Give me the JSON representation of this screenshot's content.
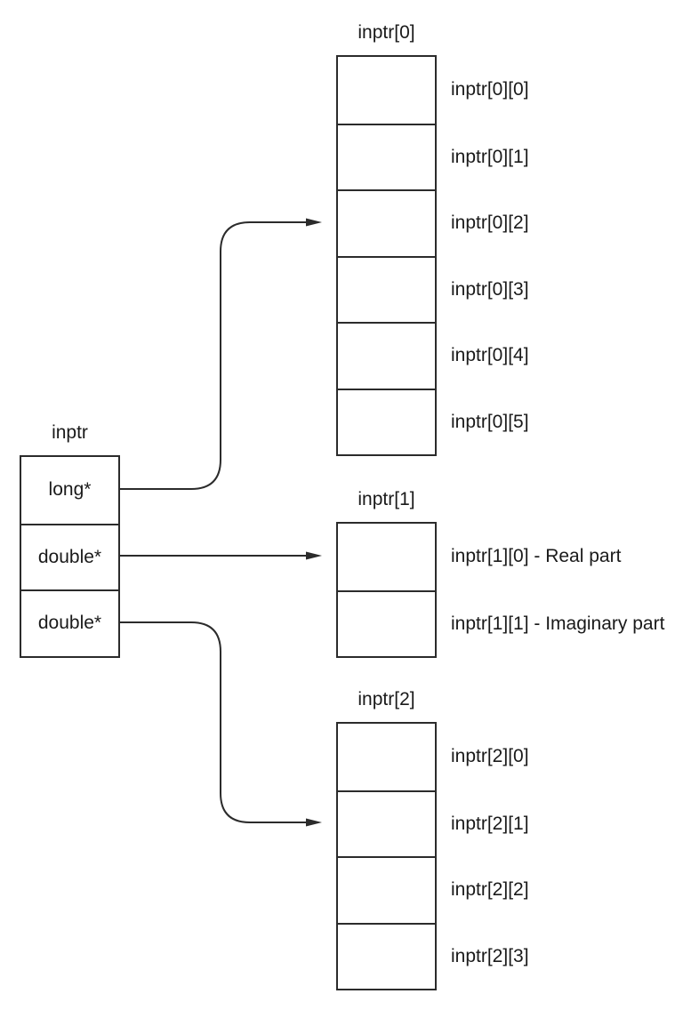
{
  "diagram": {
    "background_color": "#ffffff",
    "line_color": "#2b2b2b",
    "text_color": "#1a1a1a",
    "pointer_block": {
      "title": "inptr",
      "cells": [
        "long*",
        "double*",
        "double*"
      ]
    },
    "arrays": [
      {
        "title": "inptr[0]",
        "cell_labels": [
          "inptr[0][0]",
          "inptr[0][1]",
          "inptr[0][2]",
          "inptr[0][3]",
          "inptr[0][4]",
          "inptr[0][5]"
        ]
      },
      {
        "title": "inptr[1]",
        "cell_labels": [
          "inptr[1][0] - Real part",
          "inptr[1][1] - Imaginary part"
        ]
      },
      {
        "title": "inptr[2]",
        "cell_labels": [
          "inptr[2][0]",
          "inptr[2][1]",
          "inptr[2][2]",
          "inptr[2][3]"
        ]
      }
    ],
    "arrows": [
      {
        "from": "inptr cell long*",
        "to": "inptr[0][2]"
      },
      {
        "from": "inptr cell double* (row 2)",
        "to": "inptr[1][0]"
      },
      {
        "from": "inptr cell double* (row 3)",
        "to": "inptr[2][1]"
      }
    ]
  }
}
